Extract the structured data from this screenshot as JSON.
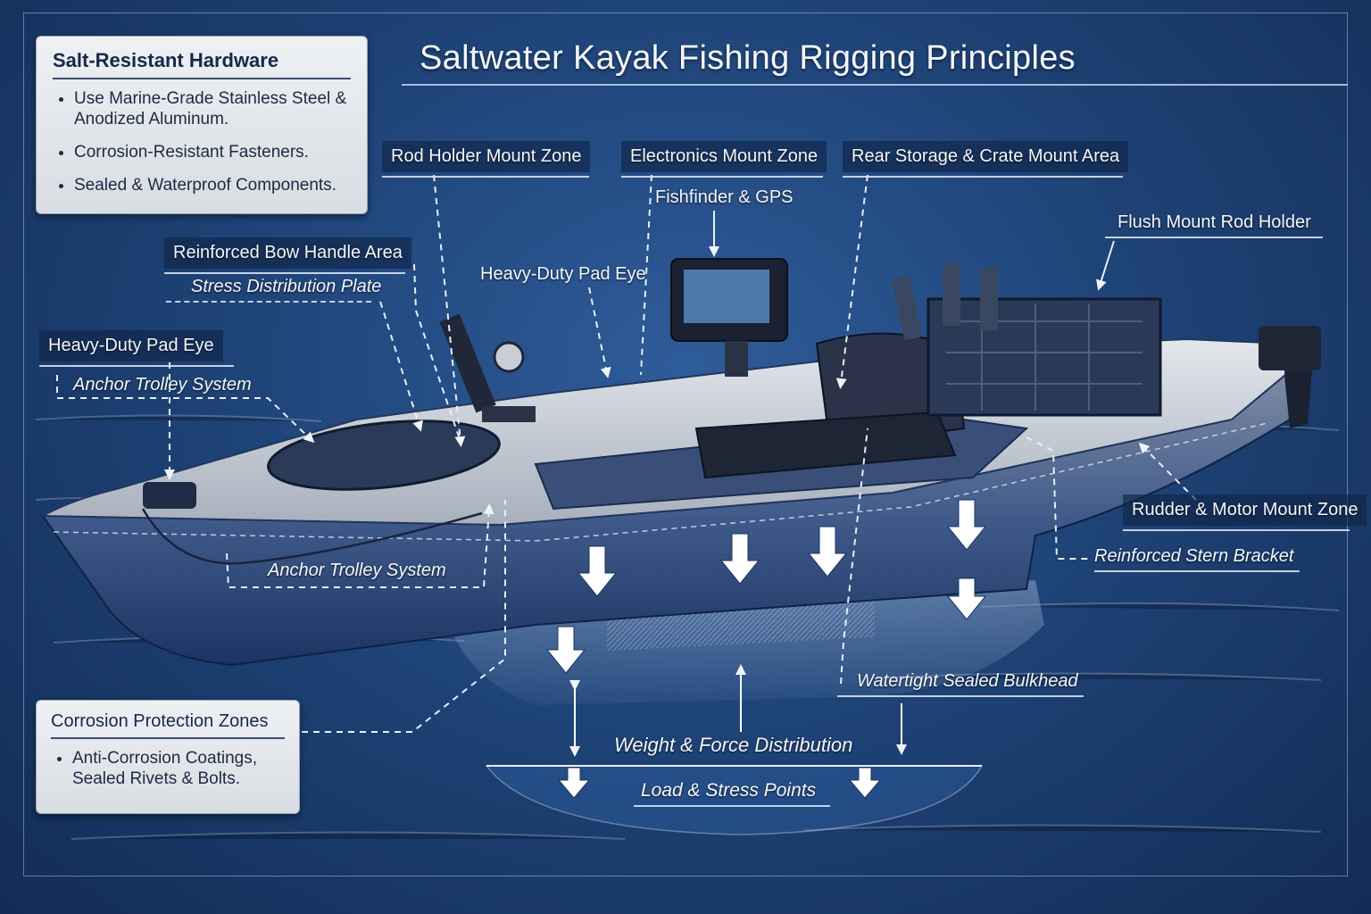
{
  "title": "Saltwater Kayak Fishing Rigging Principles",
  "panels": {
    "hardware": {
      "heading": "Salt-Resistant Hardware",
      "items": [
        "Use Marine-Grade Stainless Steel & Anodized Aluminum.",
        "Corrosion-Resistant Fasteners.",
        "Sealed & Waterproof Components."
      ]
    },
    "corrosion": {
      "heading": "Corrosion Protection Zones",
      "items": [
        "Anti-Corrosion Coatings, Sealed Rivets & Bolts."
      ]
    }
  },
  "labels": {
    "rod_holder_zone": "Rod Holder Mount Zone",
    "electronics_zone": "Electronics Mount Zone",
    "rear_storage": "Rear Storage & Crate Mount Area",
    "fishfinder": "Fishfinder & GPS",
    "flush_rod": "Flush Mount Rod Holder",
    "bow_handle": "Reinforced Bow Handle Area",
    "stress_plate": "Stress Distribution Plate",
    "pad_eye_mid": "Heavy-Duty Pad Eye",
    "pad_eye_left": "Heavy-Duty Pad Eye",
    "anchor_upper": "Anchor Trolley System",
    "anchor_lower": "Anchor Trolley System",
    "rudder": "Rudder & Motor Mount Zone",
    "stern_bracket": "Reinforced Stern Bracket",
    "bulkhead": "Watertight Sealed Bulkhead",
    "weight": "Weight & Force Distribution",
    "load": "Load & Stress Points"
  },
  "colors": {
    "background": "#1f4478",
    "hull": "#c7ccd4",
    "hull_dark": "#2c4778",
    "panel": "#e4e8ec",
    "label_text": "#f4f7fb",
    "arrow": "#ffffff"
  }
}
